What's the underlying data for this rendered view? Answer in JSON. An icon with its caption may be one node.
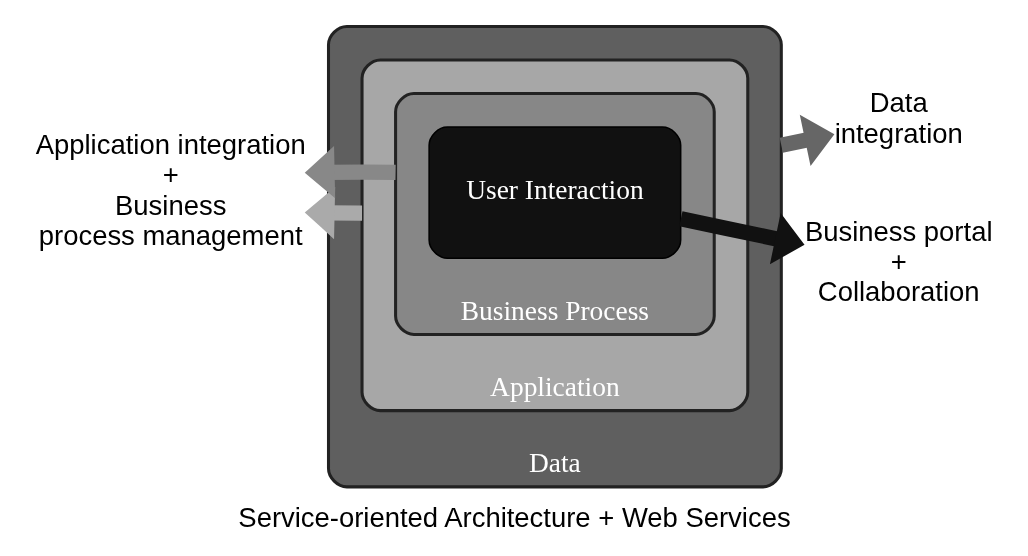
{
  "diagram": {
    "caption": "Service-oriented Architecture + Web Services",
    "nodes": [
      {
        "text": [
          "Data"
        ]
      },
      {
        "text": [
          "Application"
        ],
        "in": 0
      },
      {
        "text": [
          "Business Process"
        ],
        "in": 1
      },
      {
        "text": [
          "User Interaction"
        ],
        "in": 2
      },
      {
        "text": [
          "Data integration"
        ]
      },
      {
        "text": [
          "Application integration + Business process management"
        ]
      },
      {
        "text": [
          "Business portal + Collaboration"
        ]
      }
    ],
    "edges": [
      {
        "from": 0,
        "to": 4,
        "arrow": "to",
        "color": "#666666"
      },
      {
        "from": 1,
        "to": 5,
        "arrow": "to",
        "color": "#aaaaaa"
      },
      {
        "from": 2,
        "to": 5,
        "arrow": "to",
        "color": "#888888"
      },
      {
        "from": 3,
        "to": 6,
        "arrow": "to",
        "color": "#111111"
      }
    ]
  }
}
